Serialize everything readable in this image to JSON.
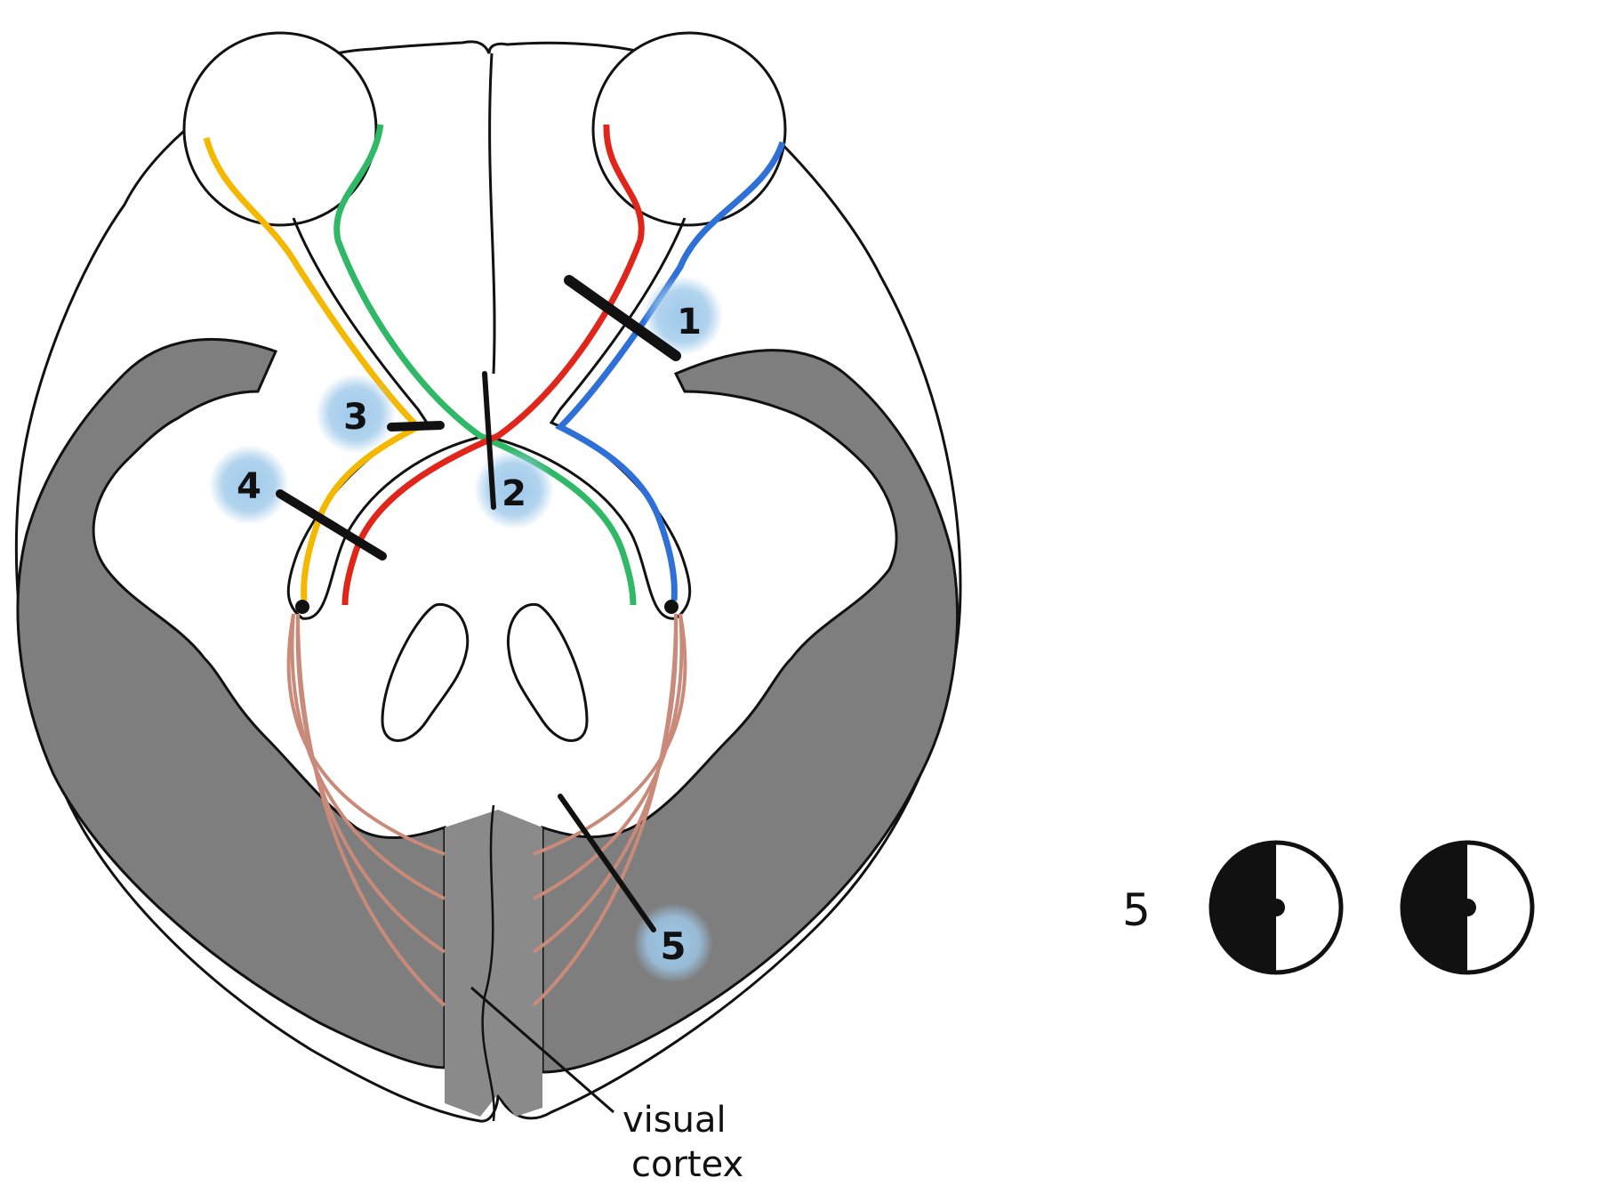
{
  "diagram": {
    "lesion_labels": [
      "1",
      "2",
      "3",
      "4",
      "5"
    ],
    "cortex_label_line1": "visual",
    "cortex_label_line2": "cortex",
    "field_defect": {
      "label": "5"
    }
  },
  "colors": {
    "yellow_fibers": "#f5b800",
    "green_fibers": "#2fb866",
    "red_fibers": "#e0261b",
    "blue_fibers": "#2f6fd8",
    "radiation_fibers": "#c98a7a",
    "cortex_gray": "#7e7e7e",
    "lesion_highlight": "#9ec9ea",
    "outline": "#111111"
  }
}
